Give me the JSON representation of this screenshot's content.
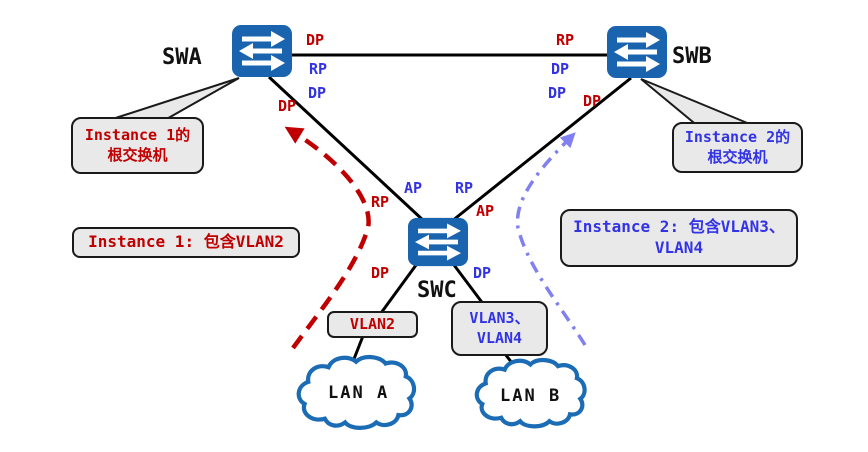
{
  "switches": {
    "swa": {
      "label": "SWA"
    },
    "swb": {
      "label": "SWB"
    },
    "swc": {
      "label": "SWC"
    }
  },
  "ports": [
    {
      "role": "DP",
      "instance_color": "#c00000"
    },
    {
      "role": "RP",
      "instance_color": "#3333e6"
    },
    {
      "role": "DP",
      "instance_color": "#3333e6"
    },
    {
      "role": "DP",
      "instance_color": "#c00000"
    },
    {
      "role": "RP",
      "instance_color": "#c00000"
    },
    {
      "role": "DP",
      "instance_color": "#3333e6"
    },
    {
      "role": "DP",
      "instance_color": "#3333e6"
    },
    {
      "role": "DP",
      "instance_color": "#c00000"
    },
    {
      "role": "AP",
      "instance_color": "#3333e6"
    },
    {
      "role": "RP",
      "instance_color": "#3333e6"
    },
    {
      "role": "RP",
      "instance_color": "#c00000"
    },
    {
      "role": "AP",
      "instance_color": "#c00000"
    },
    {
      "role": "DP",
      "instance_color": "#c00000"
    },
    {
      "role": "DP",
      "instance_color": "#3333e6"
    }
  ],
  "callouts": {
    "root1": {
      "line1": "Instance 1的",
      "line2": "根交换机"
    },
    "root2": {
      "line1": "Instance 2的",
      "line2": "根交换机"
    }
  },
  "instances": {
    "i1": {
      "text": "Instance 1: 包含VLAN2"
    },
    "i2": {
      "line1": "Instance 2: 包含VLAN3、",
      "line2": "VLAN4"
    }
  },
  "vlan_boxes": {
    "vlan2": {
      "text": "VLAN2"
    },
    "vlan34": {
      "line1": "VLAN3、",
      "line2": "VLAN4"
    }
  },
  "lans": {
    "a": {
      "label": "LAN A"
    },
    "b": {
      "label": "LAN B"
    }
  },
  "colors": {
    "instance1_red": "#c00000",
    "instance2_blue": "#3333e6",
    "arrow_instance2_blue": "#8080f0",
    "switch_blue": "#1a63ae",
    "cloud_blue": "#1b6cb5",
    "link_black": "#000000"
  }
}
